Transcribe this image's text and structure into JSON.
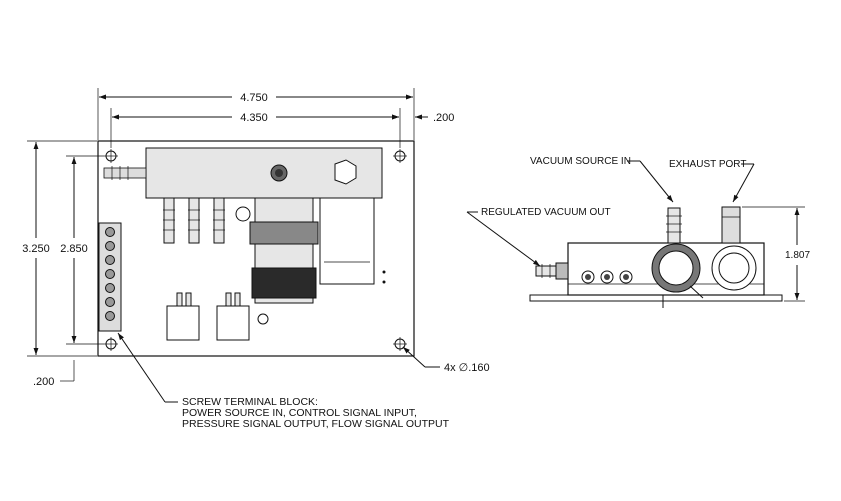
{
  "dimensions": {
    "overall_width": "4.750",
    "hole_spacing_width": "4.350",
    "edge_offset_top": ".200",
    "overall_height": "3.250",
    "hole_spacing_height": "2.850",
    "edge_offset_bottom": ".200",
    "hole_callout": "4x ∅.160",
    "side_height": "1.807"
  },
  "labels": {
    "vacuum_source_in": "VACUUM SOURCE IN",
    "exhaust_port": "EXHAUST PORT",
    "regulated_vacuum_out": "REGULATED VACUUM OUT",
    "screw_terminal_line1": "SCREW TERMINAL BLOCK:",
    "screw_terminal_line2": "POWER SOURCE IN, CONTROL SIGNAL INPUT,",
    "screw_terminal_line3": "PRESSURE SIGNAL OUTPUT, FLOW SIGNAL OUTPUT"
  }
}
